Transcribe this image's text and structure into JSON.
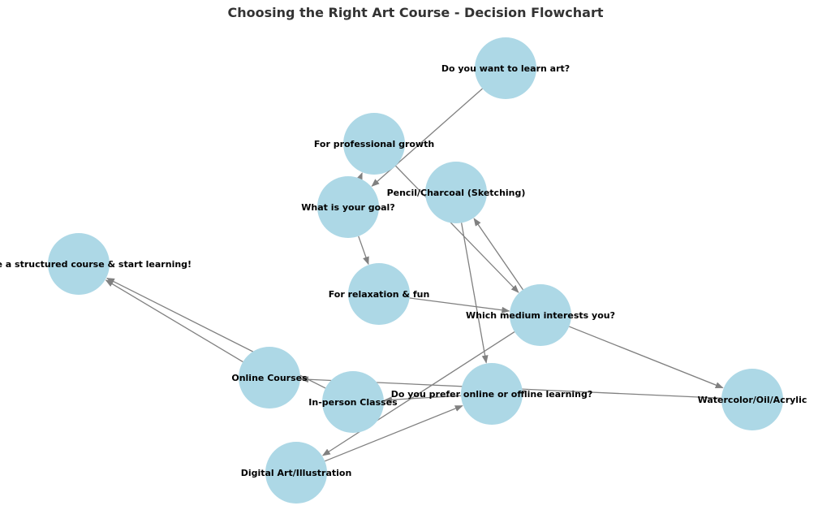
{
  "title": "Choosing the Right Art Course - Decision Flowchart",
  "colors": {
    "node_fill": "#add8e6",
    "edge": "#808080",
    "title": "#333333",
    "label": "#000000"
  },
  "nodes": [
    {
      "id": "start",
      "label": "Do you want to learn art?"
    },
    {
      "id": "goal",
      "label": "What is your goal?"
    },
    {
      "id": "pro",
      "label": "For professional growth"
    },
    {
      "id": "fun",
      "label": "For relaxation & fun"
    },
    {
      "id": "medium",
      "label": "Which medium interests you?"
    },
    {
      "id": "pencil",
      "label": "Pencil/Charcoal (Sketching)"
    },
    {
      "id": "water",
      "label": "Watercolor/Oil/Acrylic"
    },
    {
      "id": "digital",
      "label": "Digital Art/Illustration"
    },
    {
      "id": "mode",
      "label": "Do you prefer online or offline learning?"
    },
    {
      "id": "online",
      "label": "Online Courses"
    },
    {
      "id": "inperson",
      "label": "In-person Classes"
    },
    {
      "id": "enroll",
      "label": "Choose a structured course & start learning!"
    }
  ],
  "edges": [
    {
      "from": "start",
      "to": "goal"
    },
    {
      "from": "goal",
      "to": "pro"
    },
    {
      "from": "goal",
      "to": "fun"
    },
    {
      "from": "pro",
      "to": "medium"
    },
    {
      "from": "fun",
      "to": "medium"
    },
    {
      "from": "medium",
      "to": "pencil"
    },
    {
      "from": "medium",
      "to": "water"
    },
    {
      "from": "medium",
      "to": "digital"
    },
    {
      "from": "pencil",
      "to": "mode"
    },
    {
      "from": "water",
      "to": "online"
    },
    {
      "from": "digital",
      "to": "mode"
    },
    {
      "from": "mode",
      "to": "inperson"
    },
    {
      "from": "online",
      "to": "enroll"
    },
    {
      "from": "inperson",
      "to": "enroll"
    }
  ]
}
